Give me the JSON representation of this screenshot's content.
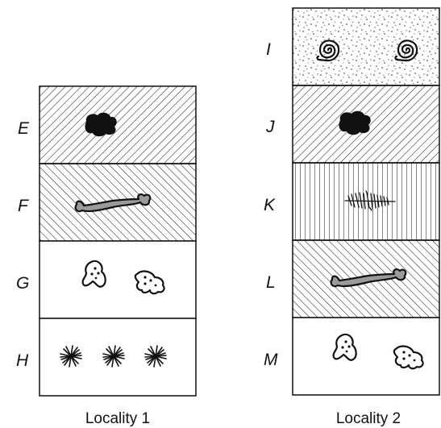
{
  "localities": [
    {
      "caption": "Locality 1",
      "layers": [
        {
          "label": "E",
          "pattern": "diagonal-hatch-right",
          "fossils": [
            "shell-blob"
          ]
        },
        {
          "label": "F",
          "pattern": "diagonal-hatch-left",
          "fossils": [
            "bone"
          ]
        },
        {
          "label": "G",
          "pattern": "blank",
          "fossils": [
            "footprint",
            "footprint"
          ]
        },
        {
          "label": "H",
          "pattern": "blank",
          "fossils": [
            "fern-tuft",
            "fern-tuft",
            "fern-tuft"
          ]
        }
      ]
    },
    {
      "caption": "Locality 2",
      "layers": [
        {
          "label": "I",
          "pattern": "stipple-sand",
          "fossils": [
            "spiral-shell",
            "spiral-shell"
          ]
        },
        {
          "label": "J",
          "pattern": "diagonal-hatch-right",
          "fossils": [
            "shell-blob"
          ]
        },
        {
          "label": "K",
          "pattern": "vertical-lines",
          "fossils": [
            "fern-frond"
          ]
        },
        {
          "label": "L",
          "pattern": "diagonal-hatch-left",
          "fossils": [
            "bone"
          ]
        },
        {
          "label": "M",
          "pattern": "blank",
          "fossils": [
            "footprint",
            "footprint"
          ]
        }
      ]
    }
  ],
  "colors": {
    "ink": "#111111",
    "bone_fill": "#9a9a9a",
    "background": "#ffffff"
  }
}
